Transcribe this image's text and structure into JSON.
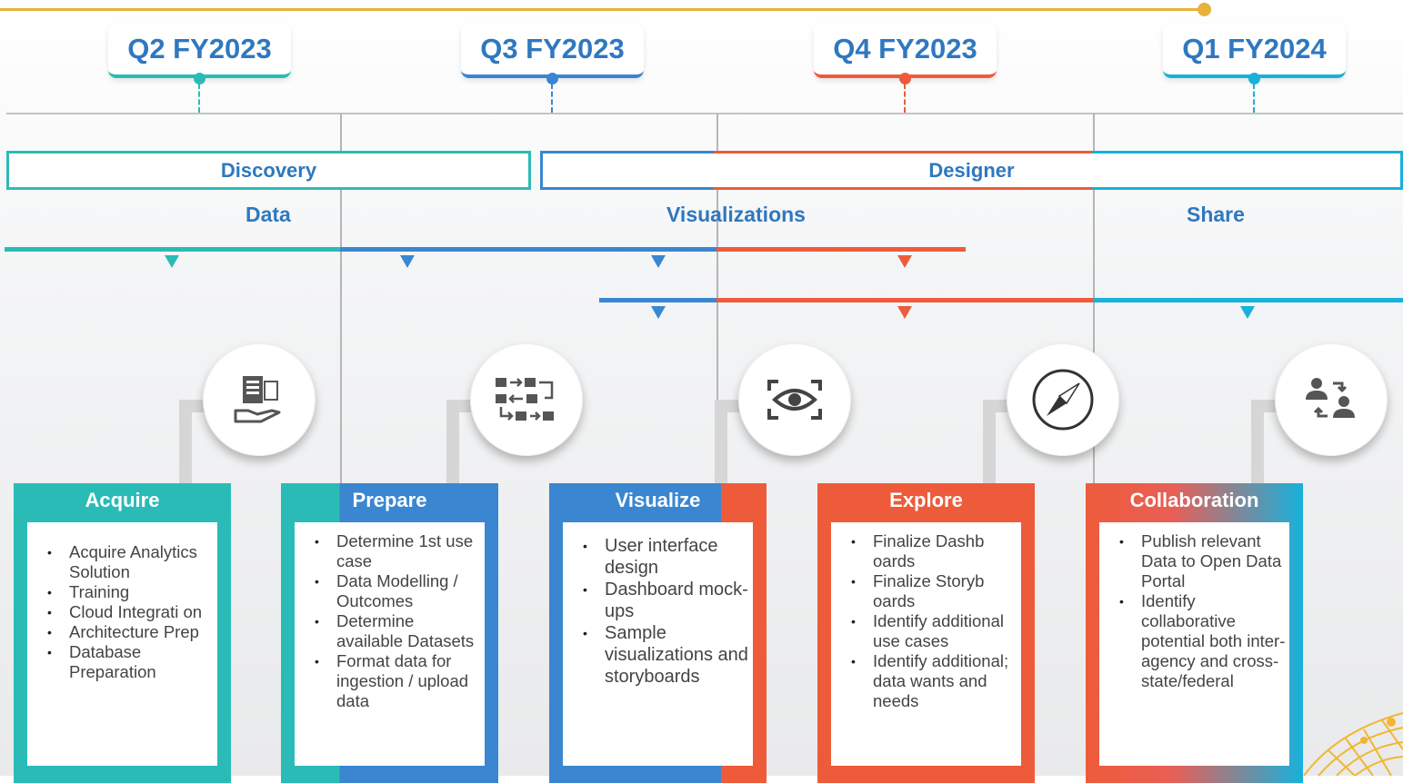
{
  "quarters": [
    {
      "label": "Q2 FY2023",
      "color": "#2bbbb7"
    },
    {
      "label": "Q3 FY2023",
      "color": "#3a86d0"
    },
    {
      "label": "Q4 FY2023",
      "color": "#ee5b3b"
    },
    {
      "label": "Q1 FY2024",
      "color": "#17b1dc"
    }
  ],
  "phases": {
    "discovery": "Discovery",
    "designer": "Designer"
  },
  "stages": {
    "data": "Data",
    "visualizations": "Visualizations",
    "share": "Share"
  },
  "icons": [
    "documents-hand-icon",
    "workflow-icon",
    "eye-scan-icon",
    "compass-icon",
    "users-exchange-icon"
  ],
  "cards": [
    {
      "title": "Acquire",
      "items": [
        "Acquire Analytics Solution",
        "Training",
        "Cloud Integrati on",
        "Architecture Prep",
        "Database Preparation"
      ]
    },
    {
      "title": "Prepare",
      "items": [
        "Determine 1st use case",
        "Data Modelling / Outcomes",
        "Determine available Datasets",
        "Format data for ingestion / upload data"
      ]
    },
    {
      "title": "Visualize",
      "items": [
        "User interface design",
        "Dashboard mock-ups",
        "Sample visualizations and storyboards"
      ]
    },
    {
      "title": "Explore",
      "items": [
        "Finalize Dashb oards",
        "Finalize Storyb oards",
        "Identify additional use cases",
        "Identify additional; data  wants and needs"
      ]
    },
    {
      "title": "Collaboration",
      "items": [
        "Publish relevant Data to Open Data Portal",
        "Identify collaborative potential both inter-agency and cross-state/federal"
      ]
    }
  ],
  "colors": {
    "teal": "#2bbbb7",
    "blue": "#3a86d0",
    "orange": "#ee5b3b",
    "cyan": "#17b1dc",
    "gold": "#e8b23a",
    "text_blue": "#2f78bf"
  }
}
